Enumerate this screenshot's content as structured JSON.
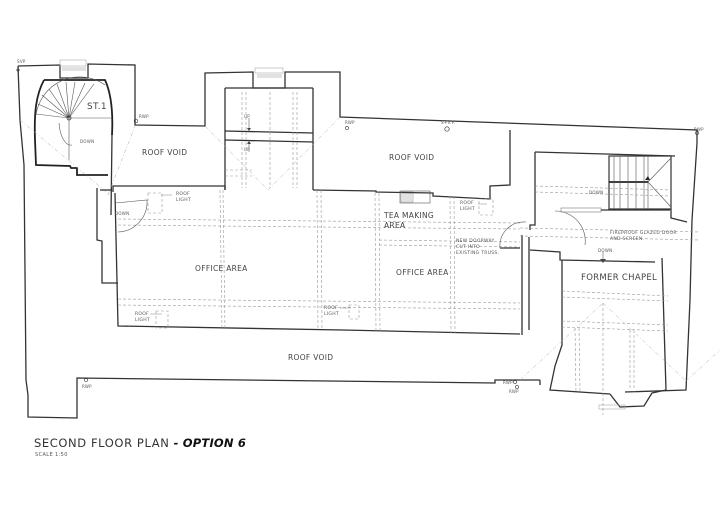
{
  "drawing": {
    "title": "SECOND FLOOR PLAN",
    "title_separator": " - ",
    "option": "OPTION 6",
    "scale": "SCALE 1:50"
  },
  "rooms": {
    "stair_1": "ST.1",
    "roof_void_upper_left": "ROOF VOID",
    "roof_void_upper_center": "ROOF VOID",
    "roof_void_lower": "ROOF VOID",
    "office_area_left": "OFFICE AREA",
    "office_area_right": "OFFICE AREA",
    "tea_making_area_line1": "TEA MAKING",
    "tea_making_area_line2": "AREA",
    "former_chapel": "FORMER CHAPEL"
  },
  "annotations": {
    "down_stair1": "DOWN",
    "down_office": "DOWN",
    "down_stair2": "DOWN",
    "down_chapel": "DOWN",
    "up_1": "UP",
    "up_2": "UP",
    "roof_light_1_a": "ROOF",
    "roof_light_1_b": "LIGHT",
    "roof_light_2_a": "ROOF",
    "roof_light_2_b": "LIGHT",
    "roof_light_3_a": "ROOF",
    "roof_light_3_b": "LIGHT",
    "roof_light_4_a": "ROOF",
    "roof_light_4_b": "LIGHT",
    "new_doorway_1": "NEW DOORWAY",
    "new_doorway_2": "CUT INTO",
    "new_doorway_3": "EXISTING TRUSS.",
    "fireproof_1": "FIREPROOF GLAZED DOOR",
    "fireproof_2": "AND SCREEN.",
    "svp": "S+V.P.",
    "rwp_1": "RWP",
    "rwp_2": "RWP",
    "rwp_3": "RWP",
    "rwp_4": "RWP",
    "rwp_5": "RWP",
    "svp_top_left": "SVP",
    "rwp_right": "RWP"
  }
}
